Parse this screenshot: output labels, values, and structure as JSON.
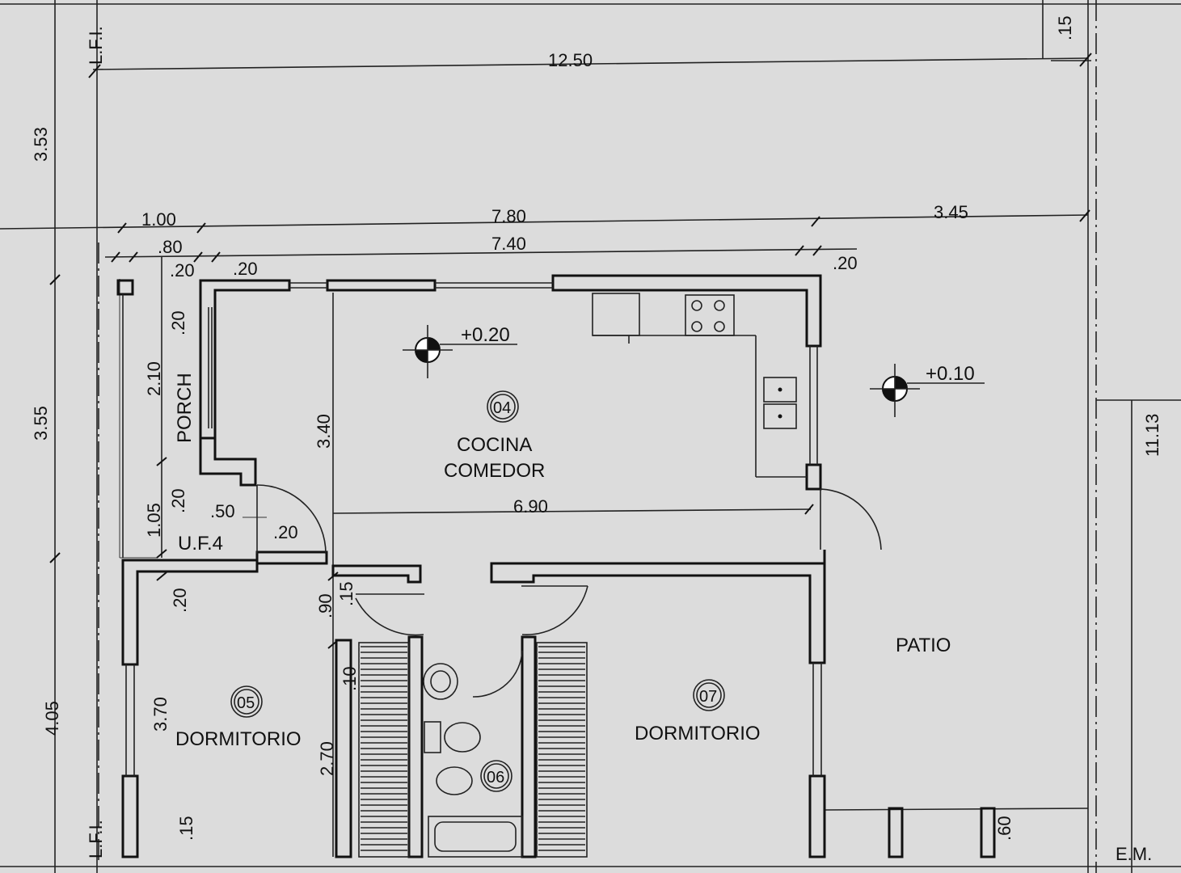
{
  "dimensions": {
    "top_total": "12.50",
    "left_upper": "3.53",
    "left_middle": "3.55",
    "left_lower": "4.05",
    "right_total": "11.13",
    "right_top_small": ".15",
    "row1_a": "1.00",
    "row1_b": "7.80",
    "row1_c": "3.45",
    "row2_a": ".80",
    "row2_b": "7.40",
    "wall_a": ".20",
    "wall_b": ".20",
    "wall_c": ".20",
    "porch_top": ".20",
    "porch_height": "2.10",
    "porch_bottom": ".20",
    "uf_height": "1.05",
    "uf_width": ".50",
    "uf_wall": ".20",
    "cocina_height": "3.40",
    "cocina_width": "6.90",
    "dorm_wall": ".20",
    "dorm_height": "3.70",
    "bottom_left": ".15",
    "hall_a": ".90",
    "hall_b": ".15",
    "hall_c": ".10",
    "closet_height": "2.70",
    "patio_small": ".60"
  },
  "boundary_marks": {
    "lfi_top": "L.F.I.",
    "lfi_bottom": "L.F.I.",
    "em": "E.M."
  },
  "levels": {
    "cocina": "+0.20",
    "patio": "+0.10"
  },
  "rooms": {
    "porch": "PORCH",
    "uf": "U.F.4",
    "cocina_num": "04",
    "cocina_line1": "COCINA",
    "cocina_line2": "COMEDOR",
    "dorm_left_num": "05",
    "dorm_left": "DORMITORIO",
    "bath_num": "06",
    "dorm_right_num": "07",
    "dorm_right": "DORMITORIO",
    "patio": "PATIO"
  }
}
